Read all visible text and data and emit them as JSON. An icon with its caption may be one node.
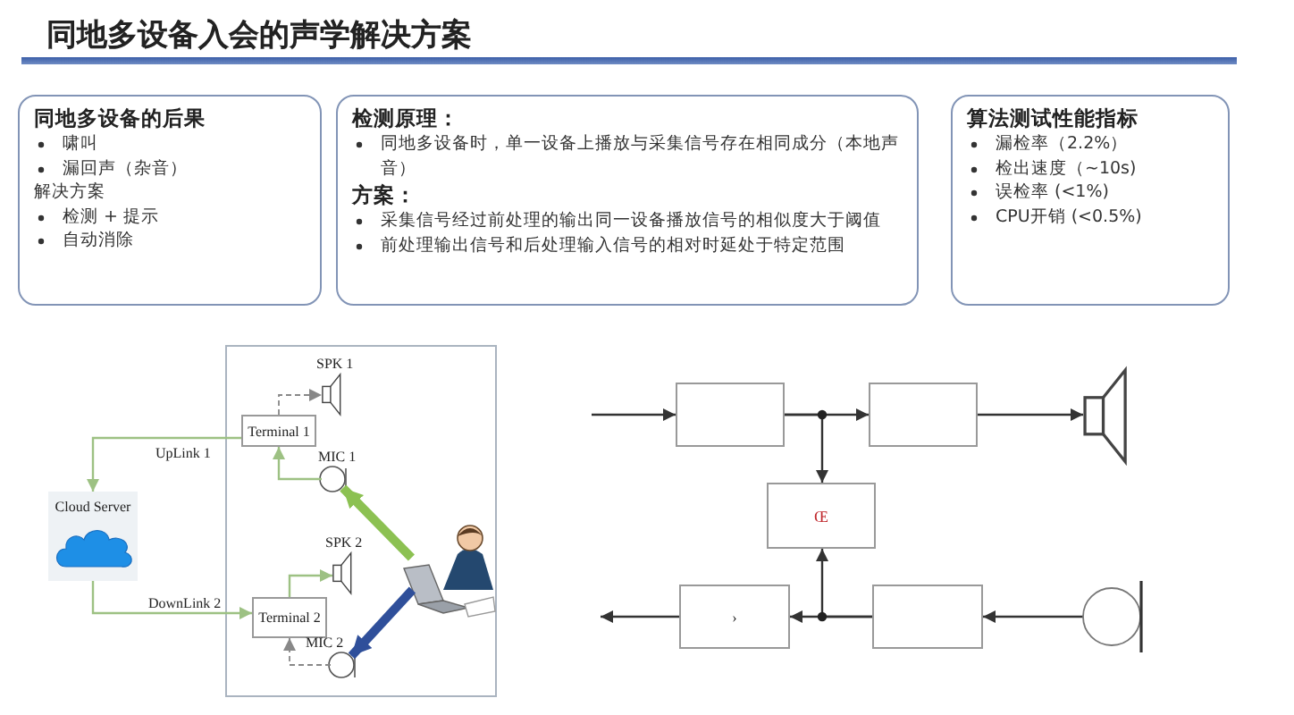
{
  "diagram": {
    "title": "同地多设备入会的声学解决方案",
    "nodes": [
      {
        "text": [
          "同地多设备的后果",
          "啸叫",
          "漏回声（杂音）",
          "解决方案",
          "检测 + 提示",
          "自动消除"
        ]
      },
      {
        "text": [
          "检测原理：",
          "同地多设备时，单一设备上播放与采集信号存在相同成分（本地声音）",
          "方案：",
          "采集信号经过前处理的输出同一设备播放信号的相似度大于阈值",
          "前处理输出信号和后处理输入信号的相对时延处于特定范围"
        ]
      },
      {
        "text": [
          "算法测试性能指标",
          "漏检率（2.2%）",
          "检出速度（~10s)",
          "误检率 (<1%)",
          "CPU开销 (<0.5%)"
        ]
      },
      {
        "text": [],
        "shape": "box"
      },
      {
        "text": [
          "Cloud Server"
        ]
      },
      {
        "text": [
          "Terminal 1"
        ],
        "in": 3
      },
      {
        "text": [
          "SPK 1"
        ],
        "in": 3
      },
      {
        "text": [
          "MIC 1"
        ],
        "in": 3
      },
      {
        "text": [
          "SPK 2"
        ],
        "in": 3
      },
      {
        "text": [
          "Terminal 2"
        ],
        "in": 3
      },
      {
        "text": [
          "MIC 2"
        ],
        "in": 3
      },
      {
        "text": [],
        "shape": "picture",
        "in": 3
      },
      {
        "text": [],
        "shape": "box"
      },
      {
        "text": [],
        "shape": "box"
      },
      {
        "text": [],
        "shape": "speaker"
      },
      {
        "text": [
          "Œ"
        ]
      },
      {
        "text": [
          "›"
        ]
      },
      {
        "text": [],
        "shape": "box"
      },
      {
        "text": [],
        "shape": "microphone"
      }
    ],
    "edges": [
      {
        "from": 5,
        "to": 6,
        "arrow": "to",
        "style": "dashed",
        "color": "#888888"
      },
      {
        "from": 7,
        "to": 5,
        "arrow": "to",
        "color": "#9dc183"
      },
      {
        "from": 5,
        "to": 4,
        "arrow": "to",
        "label": "UpLink 1",
        "color": "#9dc183"
      },
      {
        "from": 4,
        "to": 9,
        "arrow": "to",
        "label": "DownLink 2",
        "color": "#9dc183"
      },
      {
        "from": 9,
        "to": 8,
        "arrow": "to",
        "color": "#9dc183"
      },
      {
        "from": 10,
        "to": 9,
        "arrow": "to",
        "style": "dashed",
        "color": "#888888"
      },
      {
        "from": 11,
        "to": 7,
        "arrow": "to",
        "style": "thick",
        "color": "#8cc152"
      },
      {
        "from": 11,
        "to": 10,
        "arrow": "to",
        "style": "thick",
        "color": "#2f4f9a"
      },
      {
        "from": null,
        "to": 12,
        "arrow": "to"
      },
      {
        "from": 12,
        "to": 13,
        "arrow": "to"
      },
      {
        "from": 12,
        "to": 15,
        "arrow": "to"
      },
      {
        "from": 13,
        "to": 14,
        "arrow": "to"
      },
      {
        "from": 18,
        "to": 17,
        "arrow": "to"
      },
      {
        "from": 17,
        "to": 16,
        "arrow": "to"
      },
      {
        "from": 17,
        "to": 15,
        "arrow": "to"
      },
      {
        "from": 16,
        "to": null,
        "arrow": "to"
      }
    ]
  }
}
